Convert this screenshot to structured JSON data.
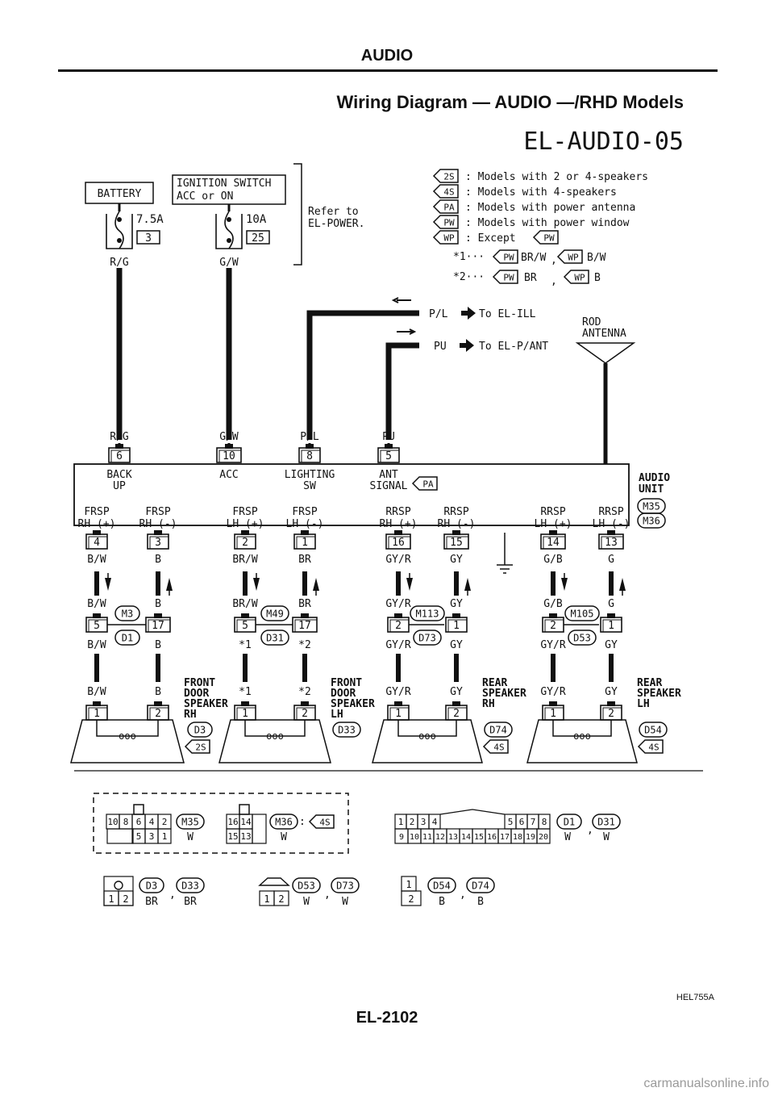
{
  "header": {
    "section": "AUDIO",
    "title": "Wiring Diagram — AUDIO —/RHD Models"
  },
  "diagram_id": "EL-AUDIO-05",
  "power": {
    "battery": "BATTERY",
    "ign_l1": "IGNITION SWITCH",
    "ign_l2": "ACC or ON",
    "fuse1_amp": "7.5A",
    "fuse1_no": "3",
    "fuse2_amp": "10A",
    "fuse2_no": "25",
    "wire1": "R/G",
    "wire2": "G/W",
    "refer_l1": "Refer to",
    "refer_l2": "EL-POWER."
  },
  "legend": [
    {
      "tag": "2S",
      "text": ": Models with 2 or 4-speakers"
    },
    {
      "tag": "4S",
      "text": ": Models with 4-speakers"
    },
    {
      "tag": "PA",
      "text": ": Models with power antenna"
    },
    {
      "tag": "PW",
      "text": ": Models with power window"
    },
    {
      "tag": "WP",
      "text": ": Except"
    }
  ],
  "notes": {
    "n1": "*1···",
    "n1a": "BR/W",
    "n1b": "B/W",
    "n2": "*2···",
    "n2a": "BR",
    "n2b": "B",
    "tag_pw": "PW",
    "tag_wp": "WP"
  },
  "signals": {
    "pl": "P/L",
    "pl_to": "To EL-ILL",
    "pu": "PU",
    "pu_to": "To EL-P/ANT",
    "antenna": "ROD ANTENNA"
  },
  "unit": {
    "name_l1": "AUDIO",
    "name_l2": "UNIT",
    "conn1": "M35",
    "conn2": "M36",
    "top_pins": [
      {
        "wire": "R/G",
        "pin": "6",
        "l1": "BACK",
        "l2": "UP"
      },
      {
        "wire": "G/W",
        "pin": "10",
        "l1": "ACC",
        "l2": ""
      },
      {
        "wire": "P/L",
        "pin": "8",
        "l1": "LIGHTING",
        "l2": "SW"
      },
      {
        "wire": "PU",
        "pin": "5",
        "l1": "ANT",
        "l2": "SIGNAL"
      }
    ],
    "pa_tag": "PA",
    "bottom_pins": [
      {
        "l1": "FRSP",
        "l2": "RH (+)",
        "pin": "4",
        "wire": "B/W"
      },
      {
        "l1": "FRSP",
        "l2": "RH (-)",
        "pin": "3",
        "wire": "B"
      },
      {
        "l1": "FRSP",
        "l2": "LH (+)",
        "pin": "2",
        "wire": "BR/W"
      },
      {
        "l1": "FRSP",
        "l2": "LH (-)",
        "pin": "1",
        "wire": "BR"
      },
      {
        "l1": "RRSP",
        "l2": "RH (+)",
        "pin": "16",
        "wire": "GY/R"
      },
      {
        "l1": "RRSP",
        "l2": "RH (-)",
        "pin": "15",
        "wire": "GY"
      },
      {
        "l1": "RRSP",
        "l2": "LH (+)",
        "pin": "14",
        "wire": "G/B"
      },
      {
        "l1": "RRSP",
        "l2": "LH (-)",
        "pin": "13",
        "wire": "G"
      }
    ]
  },
  "junctions": [
    {
      "top": [
        "B/W",
        "B"
      ],
      "pins": [
        "5",
        "17"
      ],
      "c1": "M3",
      "c2": "D1",
      "bot": [
        "B/W",
        "B"
      ]
    },
    {
      "top": [
        "BR/W",
        "BR"
      ],
      "pins": [
        "5",
        "17"
      ],
      "c1": "M49",
      "c2": "D31",
      "bot": [
        "*1",
        "*2"
      ]
    },
    {
      "top": [
        "GY/R",
        "GY"
      ],
      "pins": [
        "2",
        "1"
      ],
      "c1": "M113",
      "c2": "D73",
      "bot": [
        "GY/R",
        "GY"
      ]
    },
    {
      "top": [
        "G/B",
        "G"
      ],
      "pins": [
        "2",
        "1"
      ],
      "c1": "M105",
      "c2": "D53",
      "bot": [
        "GY/R",
        "GY"
      ]
    }
  ],
  "speakers": [
    {
      "w": [
        "B/W",
        "B"
      ],
      "l1": "FRONT",
      "l2": "DOOR",
      "l3": "SPEAKER",
      "l4": "RH",
      "conn": "D3",
      "tag": "2S"
    },
    {
      "w": [
        "*1",
        "*2"
      ],
      "l1": "FRONT",
      "l2": "DOOR",
      "l3": "SPEAKER",
      "l4": "LH",
      "conn": "D33",
      "tag": ""
    },
    {
      "w": [
        "GY/R",
        "GY"
      ],
      "l1": "REAR",
      "l2": "SPEAKER",
      "l3": "RH",
      "l4": "",
      "conn": "D74",
      "tag": "4S"
    },
    {
      "w": [
        "GY/R",
        "GY"
      ],
      "l1": "REAR",
      "l2": "SPEAKER",
      "l3": "LH",
      "l4": "",
      "conn": "D54",
      "tag": "4S"
    }
  ],
  "spk_pins": [
    "1",
    "2"
  ],
  "connectors": {
    "m35_top": [
      "10",
      "8",
      "6",
      "4",
      "2"
    ],
    "m35_bot": [
      "5",
      "3",
      "1"
    ],
    "m35": "M35",
    "m35_col": "W",
    "m36_top": [
      "16",
      "14"
    ],
    "m36_bot": [
      "15",
      "13"
    ],
    "m36": "M36",
    "m36_col": "W",
    "m36_tag": "4S",
    "colon": ":",
    "d1_top": [
      "1",
      "2",
      "3",
      "4",
      "5",
      "6",
      "7",
      "8"
    ],
    "d1_bot": [
      "9",
      "10",
      "11",
      "12",
      "13",
      "14",
      "15",
      "16",
      "17",
      "18",
      "19",
      "20"
    ],
    "d1": "D1",
    "d31": "D31",
    "d1_col": "W",
    "d31_col": "W",
    "d3": "D3",
    "d33": "D33",
    "d3_col": "BR",
    "d33_col": "BR",
    "d3_pins": [
      "1",
      "2"
    ],
    "d53": "D53",
    "d73": "D73",
    "d53_col": "W",
    "d73_col": "W",
    "d53_pins": [
      "1",
      "2"
    ],
    "d54": "D54",
    "d74": "D74",
    "d54_col": "B",
    "d74_col": "B",
    "d54_pins": [
      "1",
      "2"
    ],
    "comma": ","
  },
  "code": "HEL755A",
  "page": "EL-2102",
  "watermark": "carmanualsonline.info"
}
